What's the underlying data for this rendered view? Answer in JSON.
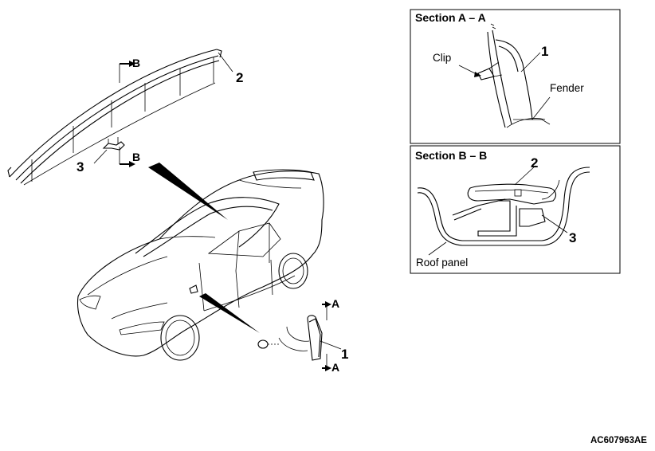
{
  "diagram": {
    "main_labels": {
      "part_2": "2",
      "part_3": "3",
      "part_1": "1",
      "arrow_b_top": "B",
      "arrow_b_bottom": "B",
      "arrow_a_top": "A",
      "arrow_a_bottom": "A"
    },
    "section_a": {
      "title": "Section A – A",
      "clip_label": "Clip",
      "part_label": "1",
      "fender_label": "Fender"
    },
    "section_b": {
      "title": "Section B – B",
      "part_2_label": "2",
      "part_3_label": "3",
      "roof_label": "Roof panel"
    },
    "figure_code": "AC607963AE"
  }
}
